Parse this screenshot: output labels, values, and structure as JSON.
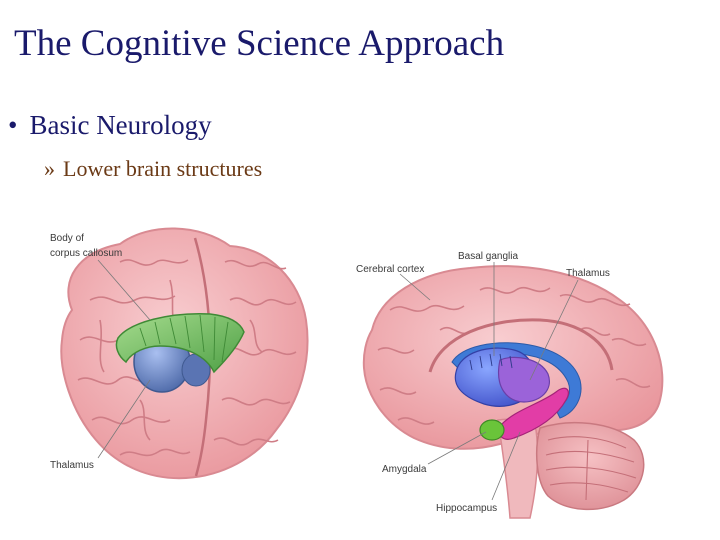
{
  "slide": {
    "title": "The Cognitive Science Approach",
    "bullet_symbol": "•",
    "bullet": "Basic Neurology",
    "sub_bullet_symbol": "»",
    "sub_bullet": "Lower brain structures"
  },
  "figure": {
    "left_brain_labels": {
      "body_line1": "Body of",
      "body_line2": "corpus callosum",
      "thalamus": "Thalamus"
    },
    "right_brain_labels": {
      "cerebral_cortex": "Cerebral cortex",
      "basal_ganglia": "Basal ganglia",
      "thalamus": "Thalamus",
      "amygdala": "Amygdala",
      "hippocampus": "Hippocampus"
    }
  },
  "colors": {
    "title": "#1a1a6b",
    "sub_bullet": "#6b3a16",
    "brain": "#f2b5b8",
    "brain_fold": "#d07a82",
    "corpus_callosum": "#7ec86a",
    "thalamus": "#6f8fc8",
    "basal_ganglia": "#9b63d9",
    "hippocampus": "#e23da6",
    "amygdala": "#6ac43a"
  }
}
